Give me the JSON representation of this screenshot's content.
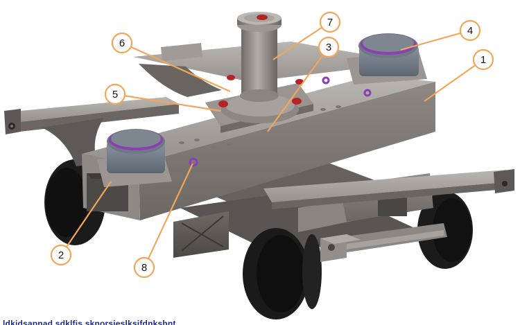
{
  "figure": {
    "callout_color": "#f2a65a",
    "body_color": "#7d7874",
    "wheel_color": "#161616",
    "bolt_color": "#c02525",
    "ring_color": "#8a3fb3",
    "callouts": [
      "1",
      "2",
      "3",
      "4",
      "5",
      "6",
      "7",
      "8"
    ],
    "caption": "ldkjdsapnad sdklfjs sknorsjeslksjfdnkshnt"
  }
}
